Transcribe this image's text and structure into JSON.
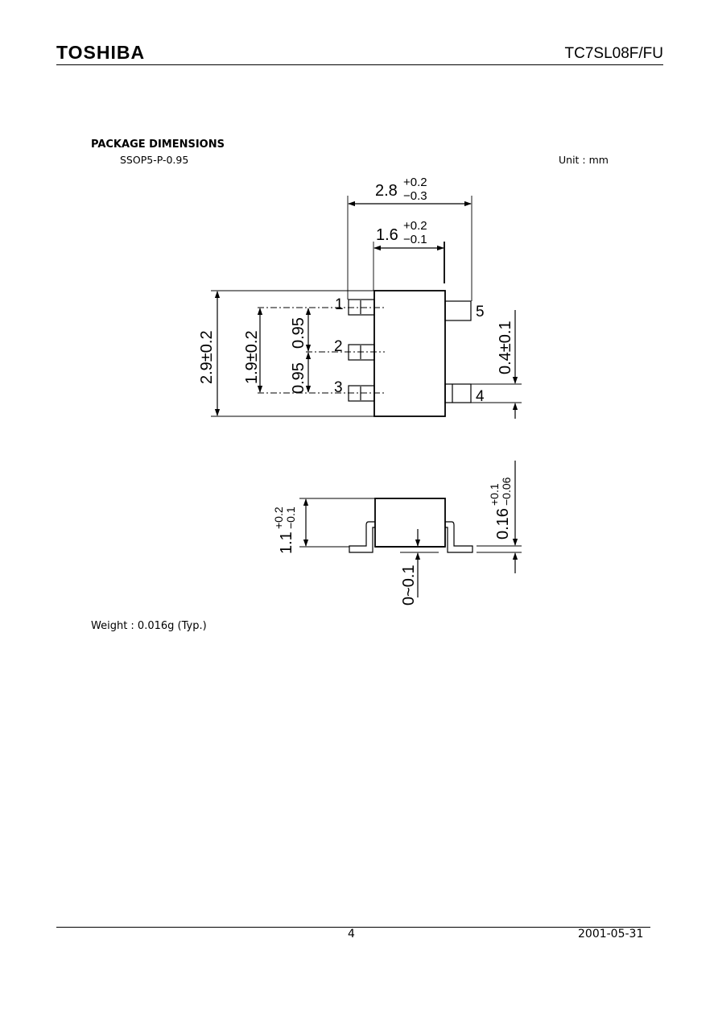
{
  "header": {
    "brand": "TOSHIBA",
    "part_number": "TC7SL08F/FU"
  },
  "section": {
    "title": "PACKAGE DIMENSIONS",
    "package": "SSOP5-P-0.95",
    "unit": "Unit : mm"
  },
  "drawing": {
    "width_dim": {
      "base": "2.8",
      "plus": "+0.2",
      "minus": "−0.3"
    },
    "body_width_dim": {
      "base": "1.6",
      "plus": "+0.2",
      "minus": "−0.1"
    },
    "height_dim": "2.9±0.2",
    "pin_span_dim": "1.9±0.2",
    "pitch_dim_upper": "0.95",
    "pitch_dim_lower": "0.95",
    "lead_width_dim": "0.4±0.1",
    "pins": [
      "1",
      "2",
      "3",
      "4",
      "5"
    ],
    "thickness_dim": {
      "base": "1.1",
      "plus": "+0.2",
      "minus": "−0.1"
    },
    "lead_thickness_dim": {
      "base": "0.16",
      "plus": "+0.1",
      "minus": "−0.06"
    },
    "standoff_dim": "0~0.1"
  },
  "weight": "Weight : 0.016g (Typ.)",
  "footer": {
    "page": "4",
    "date": "2001-05-31"
  }
}
